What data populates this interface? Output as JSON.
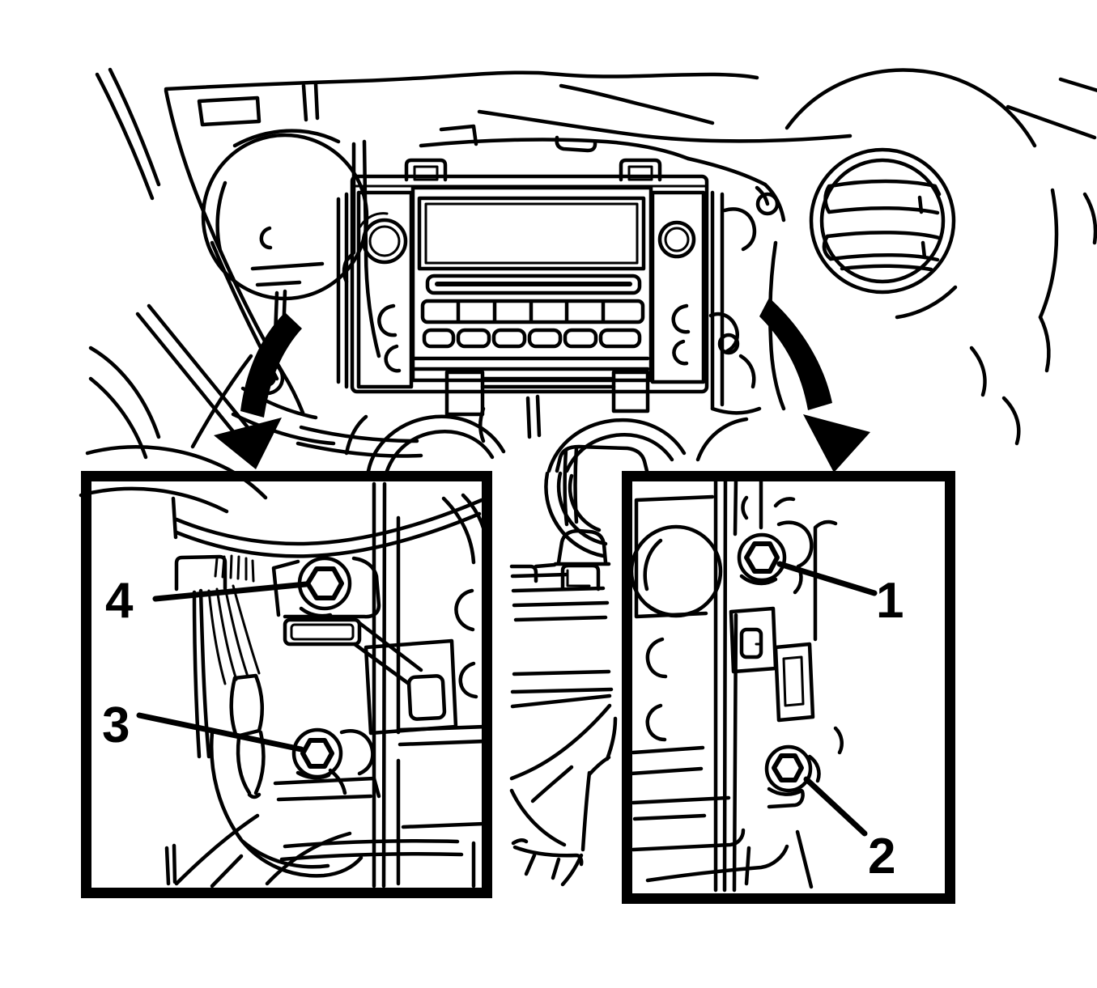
{
  "diagram": {
    "background": "#ffffff",
    "line_color": "#000000",
    "callouts": {
      "c1": "1",
      "c2": "2",
      "c3": "3",
      "c4": "4"
    }
  }
}
